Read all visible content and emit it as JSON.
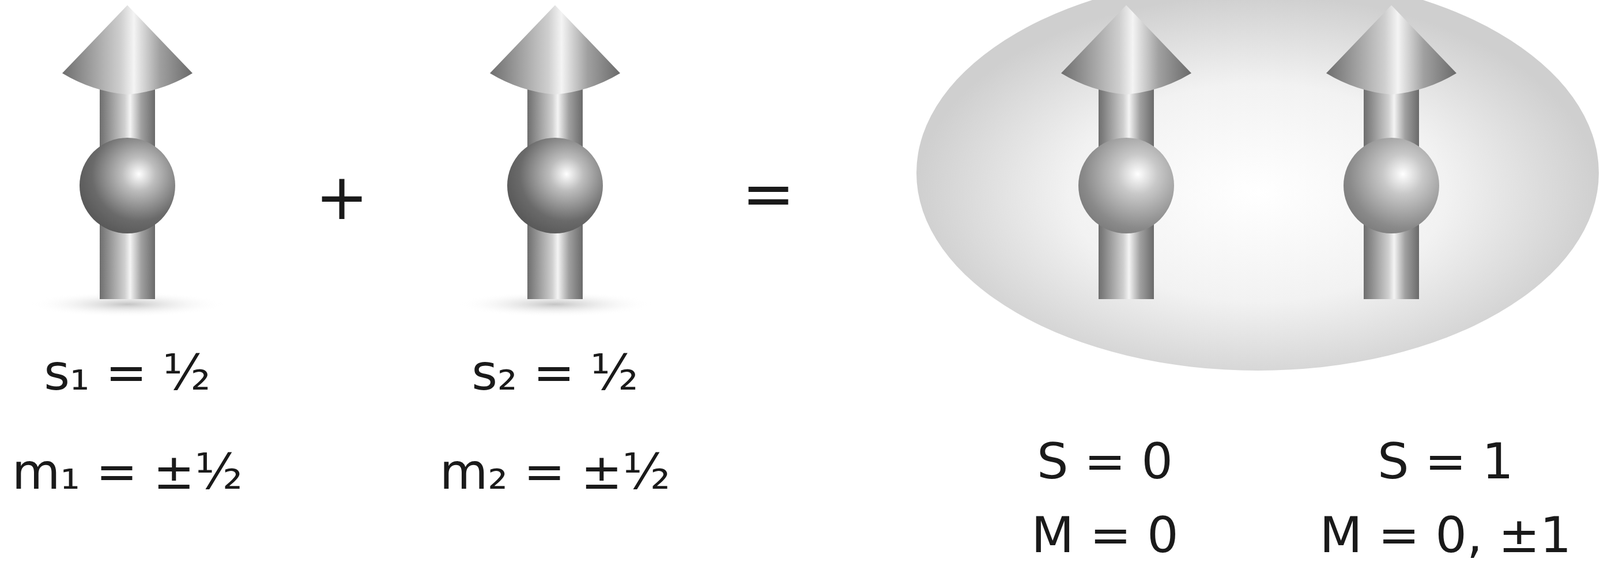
{
  "diagram": {
    "labels": [
      "s₁ = ½",
      "m₁ = ±½",
      "+",
      "s₂ = ½",
      "m₂ = ±½",
      "=",
      "S = 0",
      "M = 0",
      "S = 1",
      "M = 0, ±1"
    ]
  }
}
